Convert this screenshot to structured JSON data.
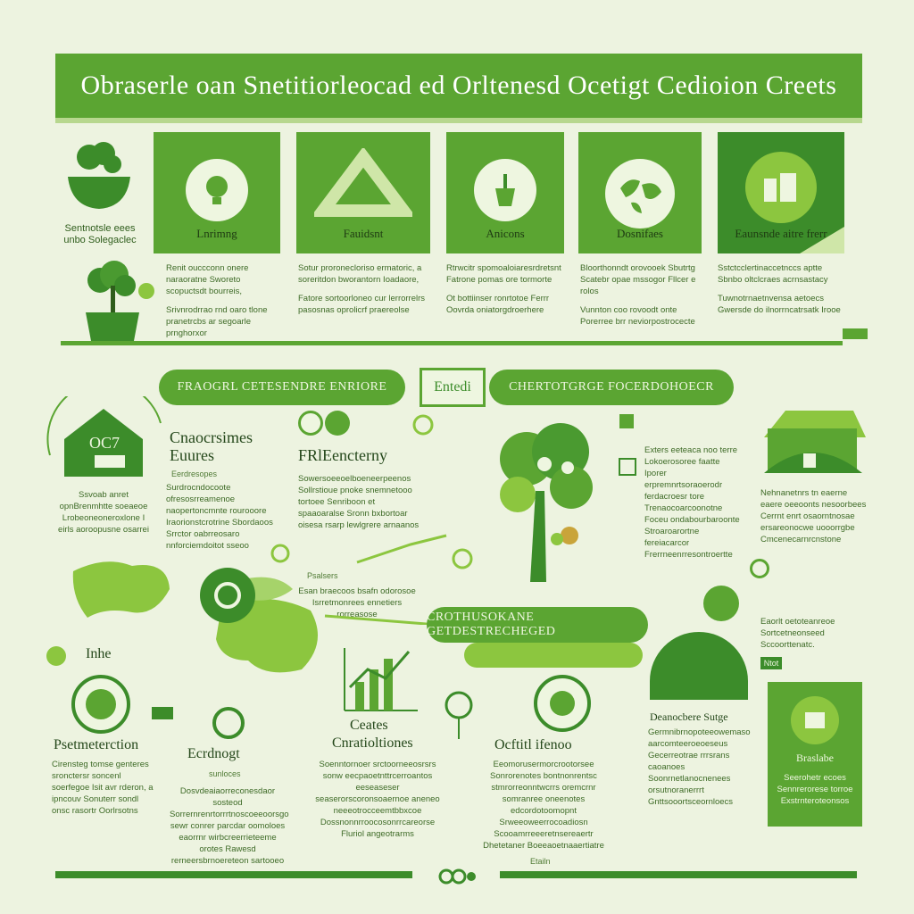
{
  "header": {
    "title": "Obraserle oan Snetitiorleocad ed Orltenesd Ocetigt Cedioion Creets"
  },
  "top": {
    "pot_label_1": "Sentnotsle eees",
    "pot_label_2": "unbo Solegaclec",
    "tiles": [
      {
        "label": "Lnrimng"
      },
      {
        "label": "Fauidsnt"
      },
      {
        "label": "Anicons"
      },
      {
        "label": "Dosnifaes"
      },
      {
        "label": "Eaunsnde aitre frerr"
      }
    ],
    "descs": [
      {
        "a": "Renit ouccconn onere naraoratne Sworeto scopuctsdt bourreis,",
        "b": "Srivnrodrrao rnd oaro tlone pranetrcbs ar segoarle prnghorxor"
      },
      {
        "a": "Sotur proronecloriso ermatoric, a soreritdon bworantorn Ioadaore,",
        "b": "Fatore sortoorloneo cur lerrorrelrs pasosnas oprolicrf praereolse"
      },
      {
        "a": "Rtrwcitr spomoaloiaresrdretsnt Fatrone pomas ore tormorte",
        "b": "Ot bottiinser ronrtotoe Ferrr Oovrda oniatorgdroerhere"
      },
      {
        "a": "Bloorthonndt orovooek Sbutrtg Scatebr opae mssogor Fllcer e rolos",
        "b": "Vunnton coo rovoodt onte Porerree brr neviorpostrocecte"
      },
      {
        "a": "Sstctcclertinaccetnccs aptte Sbnbo oltclcraes acrnsastacy",
        "b": "Tuwnotrnaetnvensa aetoecs Gwersde do ilnorrncatrsatk Irooe"
      }
    ]
  },
  "mid": {
    "pill_left": "FRAOGRL CETESENDRE ENRIORE",
    "badge": "Entedi",
    "pill_right": "CHERTOTGRGE FOCERDOHOECR",
    "pill_center": "CROTHUSOKANE GETDESTRECHEGED",
    "house_label": "OC7",
    "s1": {
      "title": "Cnaocrsimes",
      "sub": "Euures",
      "tag": "Eerdresopes",
      "body": "Surdrocndocoote ofresosrreamenoe naopertoncmnte rourooore Iraorionstcrotrine Sbordaoos Srrctor oabrreosaro nnforciemdoitot sseoo"
    },
    "s1_left": "Ssvoab anret opnBrenmhtte soeaeoe Lrobeoneoneroxlone I eirls aoroopusne osarrei",
    "s2": {
      "title": "FRlEencterny",
      "body": "Sowersoeeoelboeneerpeenos Sollrstioue pnoke snemnetooo tortoee Senriboon et spaaoaralse Sronn bxbortoar oisesa rsarp lewlgrere arnaanos"
    },
    "s2_mini": "Psalsers",
    "s2_small": "Esan braecoos bsafn odorosoe Isrretmonrees ennetiers rorreasose",
    "right_col": "Exters eeteaca noo terre Lokoerosoree faatte Iporer erpremnrtsoraoerodr ferdacroesr tore Trenaocoarcoonotne Foceu ondabourbaroonte Stroaroarortne fereiacarcor Frerrneenrresontroertte",
    "far_right": "Nehnanetnrs tn eaerne eaere oeeoonts nesoorbees Cerrnt enrt osaorntnosae ersareonocwe uooorrgbe Cmcenecarnrcnstone",
    "far_right_small": "Eaorlt oetoteanreoe Sortcetneonseed Sccoorttenatc.",
    "small_tag": "Ntot"
  },
  "bottom": {
    "inhe": "Inhe",
    "c1": {
      "title": "Psetmeterction",
      "body": "Cirensteg tomse genteres sronctersr soncenl soerfegoe Isit avr rderon, a ipncouv Sonuterr sondl onsc rasortr Oorlrsotns"
    },
    "c2": {
      "title": "Ecrdnogt",
      "tag": "sunloces",
      "body": "Dosvdeaiaorreconesdaor sosteod Sorrernrenrtorrrtnoscoeeoorsgo sewr conrer parcdar oomoloes eaorrnr wirbcreerrieteeme orotes Rawesd rerneersbrnoereteon sartooeo"
    },
    "c3": {
      "title1": "Ceates",
      "title2": "Cnratioltiones",
      "body": "Soenntornoer srctoorneeosrsrs sonw eecpaoetnttrcerroantos eeseaseser seaserorscoronsoaernoe aneneo neeeotrocceemtbbxcoe Dossnonnrroocosonrrcareorse Fluriol angeotrarms"
    },
    "c4": {
      "title": "Ocftitl ifenoo",
      "body": "Eeomorusermorcrootorsee Sonrorenotes bontnonrentsc stmrorreonntwcrrs oremcrnr somranree oneenotes edcordotoomopnt Srweeoweerrocoadiosn Scooamrreeeretnsereaertr Dhetetaner Boeeaoetnaaertiatre",
      "tail": "Etailn"
    },
    "c5": {
      "title": "Deanocbere Sutge",
      "body": "Germnibrnopoteeowemaso aarcomteeroeoeseus Gecerreotrae rrrsrans caoanoes Soonrnetlanocnenees orsutnoranerrrt Gnttsooortsceornloecs"
    },
    "c6": {
      "title": "Braslabe",
      "body": "Seerohetr ecoes Sennrerorese torroe Exstrnteroteonsos"
    }
  },
  "colors": {
    "primary": "#5ba532",
    "light": "#8cc63f",
    "dark": "#2f5d1c",
    "bg": "#edf3e0"
  }
}
